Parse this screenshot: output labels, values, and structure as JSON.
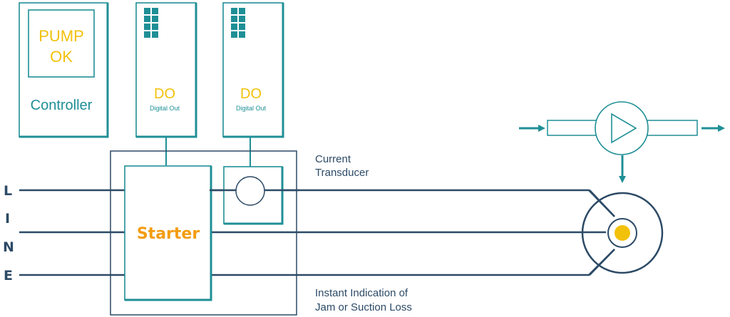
{
  "controller": {
    "display_line1": "PUMP",
    "display_line2": "OK",
    "label": "Controller"
  },
  "digital_outputs": [
    {
      "title": "DO",
      "subtitle": "Digital Out"
    },
    {
      "title": "DO",
      "subtitle": "Digital Out"
    }
  ],
  "starter": {
    "label": "Starter"
  },
  "current_transducer": {
    "line1": "Current",
    "line2": "Transducer"
  },
  "indication": {
    "line1": "Instant Indication of",
    "line2": "Jam or Suction Loss"
  },
  "line_letters": [
    "L",
    "I",
    "N",
    "E"
  ],
  "colors": {
    "teal": "#1f8f96",
    "navy": "#2c4a66",
    "yellow": "#f2c10a",
    "orange": "#f39c12"
  },
  "icons": [
    "led-grid-icon",
    "pump-triangle-icon",
    "motor-indicator-icon"
  ]
}
